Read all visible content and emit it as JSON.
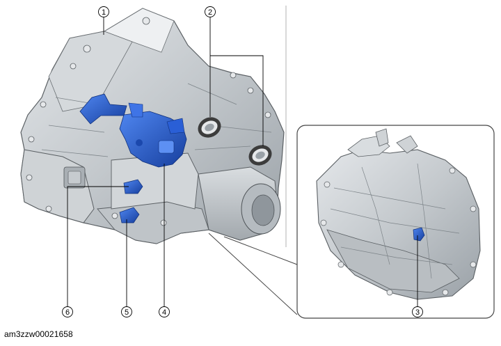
{
  "callouts": {
    "c1": "1",
    "c2": "2",
    "c3": "3",
    "c4": "4",
    "c5": "5",
    "c6": "6"
  },
  "caption": "am3zzw00021658",
  "colors": {
    "highlight_part": "#2a5fd6",
    "highlight_dark": "#173f9e",
    "casing": "#c9cdd1",
    "casing_shadow": "#8e959b",
    "outline": "#3a3a3a"
  }
}
